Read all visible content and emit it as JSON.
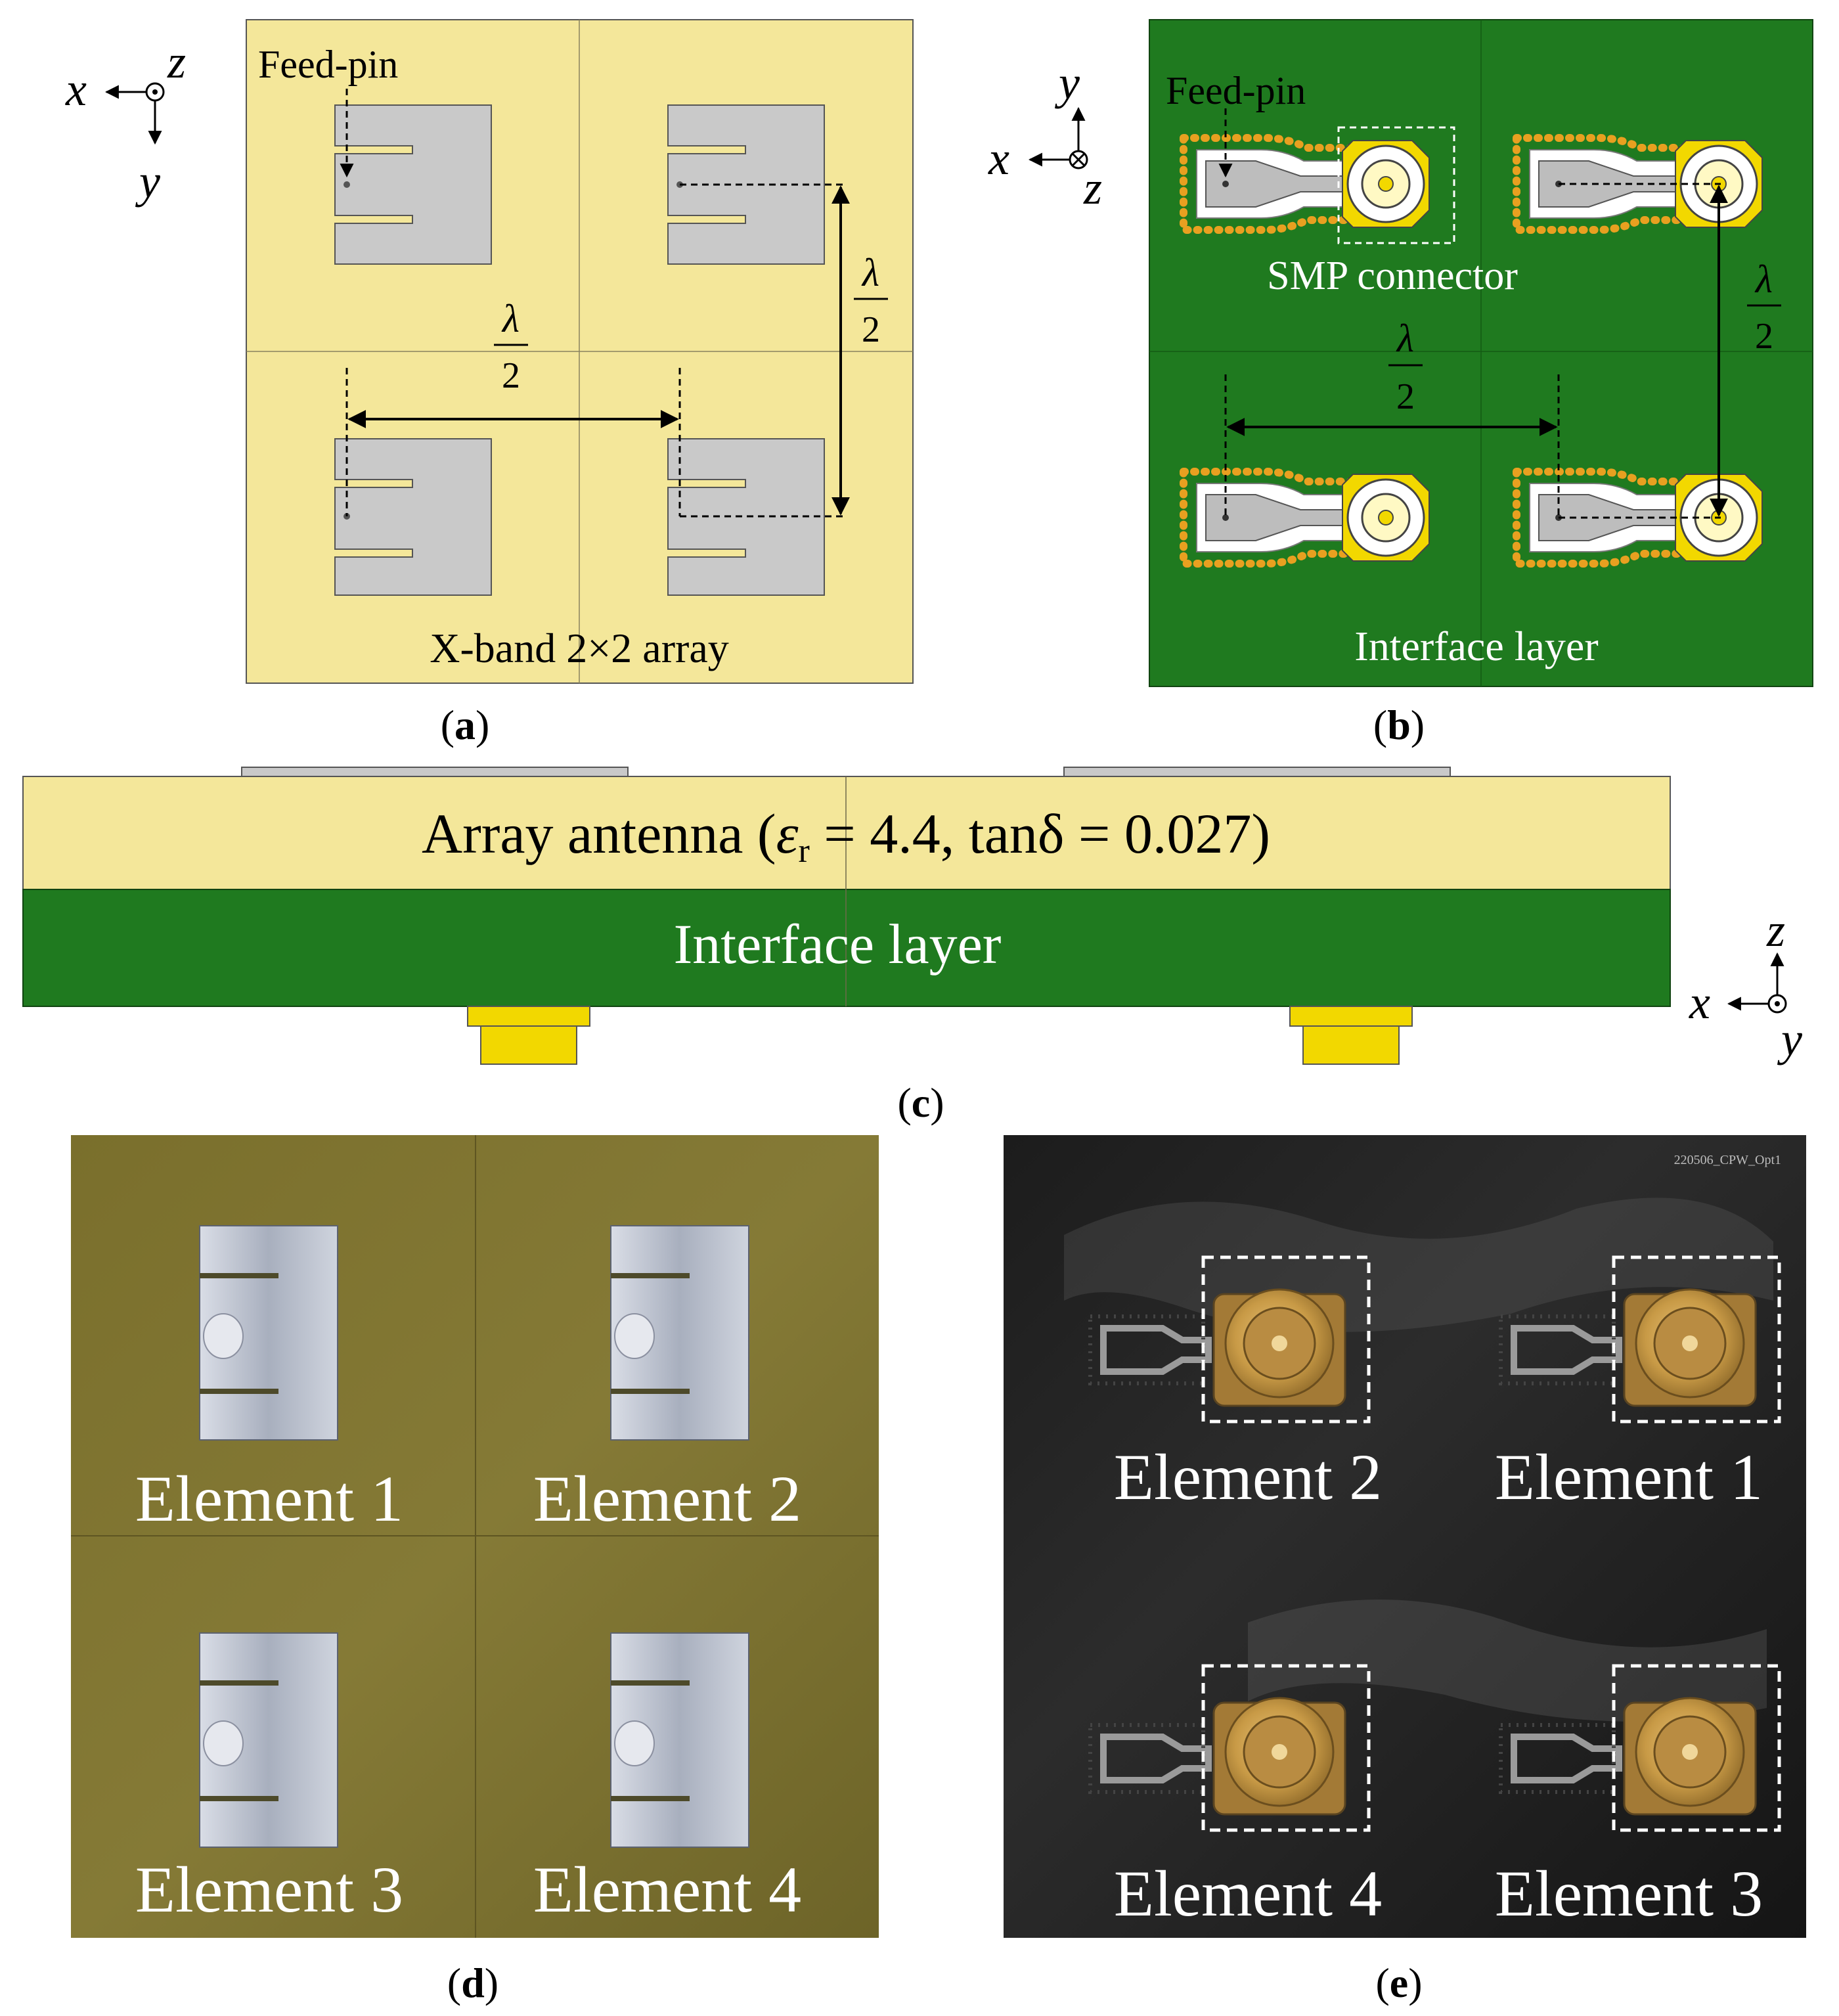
{
  "panel_a": {
    "caption_open": "(",
    "caption_letter": "a",
    "caption_close": ")",
    "feed_pin": "Feed-pin",
    "lambda": "λ",
    "two": "2",
    "title": "X-band 2×2 array",
    "axis_x": "x",
    "axis_y": "y",
    "axis_z": "z",
    "colors": {
      "substrate": "#F4E79A",
      "patch": "#C9C9C9"
    }
  },
  "panel_b": {
    "caption_letter": "b",
    "feed_pin": "Feed-pin",
    "connector": "SMP connector",
    "lambda": "λ",
    "two": "2",
    "title": "Interface layer",
    "axis_x": "x",
    "axis_y": "y",
    "axis_z": "z",
    "colors": {
      "board": "#1F7A1F",
      "connector": "#F2D800",
      "via": "#E8A020"
    }
  },
  "panel_c": {
    "caption_letter": "c",
    "array_text_1": "Array antenna (",
    "epsilon": "ε",
    "sub_r": "r",
    "array_text_2": " = 4.4, tanδ = 0.027)",
    "interface_text": "Interface layer",
    "axis_x": "x",
    "axis_y": "y",
    "axis_z": "z"
  },
  "panel_d": {
    "caption_letter": "d",
    "labels": [
      "Element 1",
      "Element 2",
      "Element 3",
      "Element 4"
    ]
  },
  "panel_e": {
    "caption_letter": "e",
    "board_id": "220506_CPW_Opt1",
    "labels": [
      "Element 2",
      "Element 1",
      "Element 4",
      "Element 3"
    ]
  }
}
